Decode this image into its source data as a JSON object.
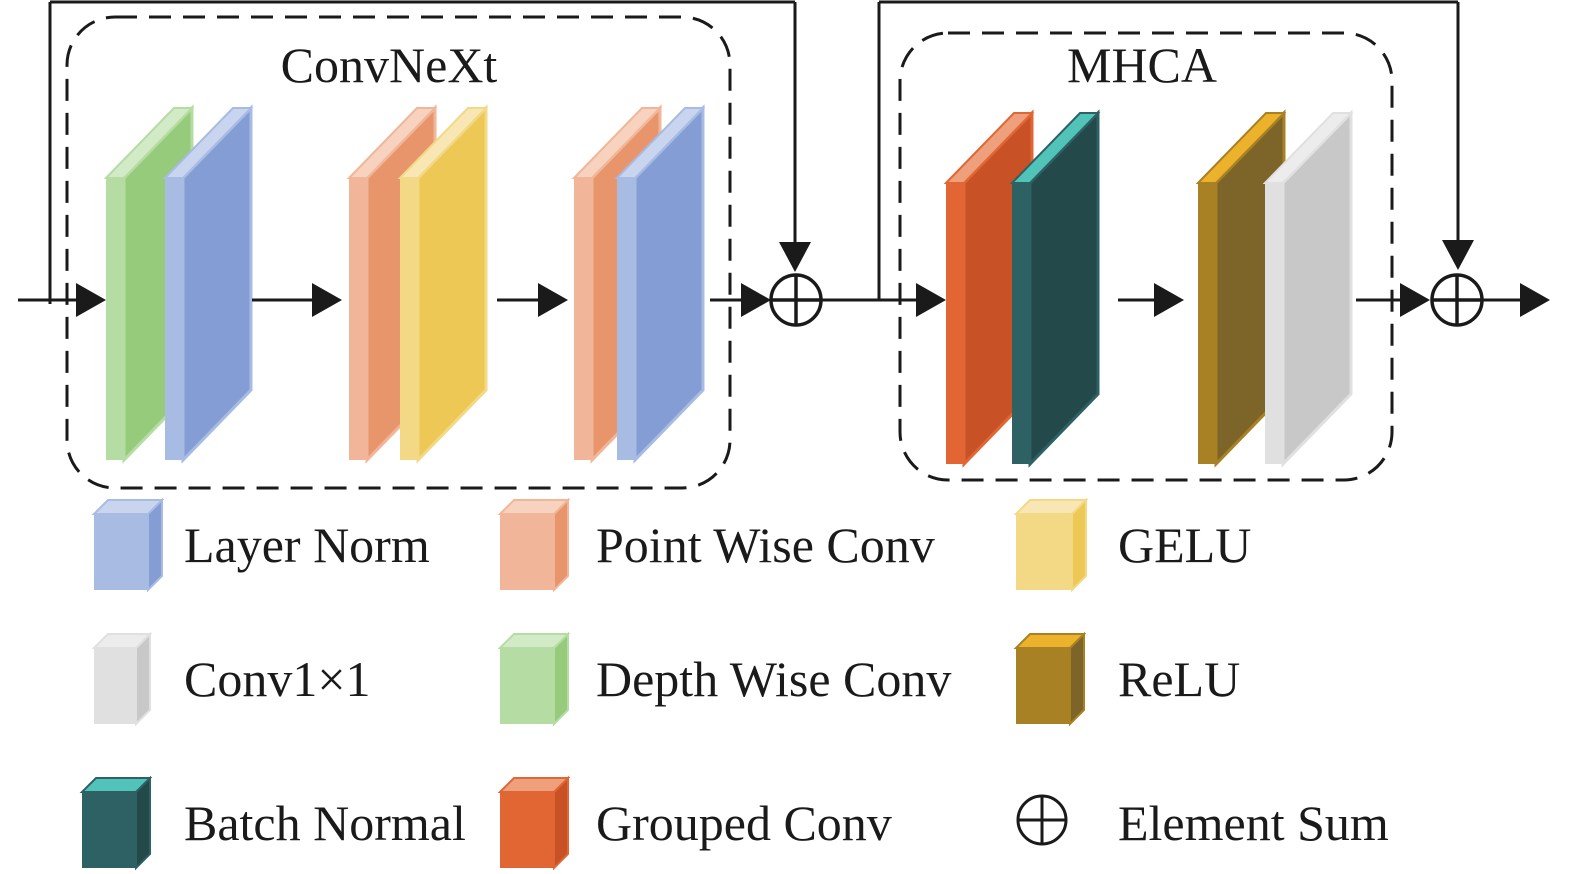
{
  "blocks": {
    "convnext": {
      "title": "ConvNeXt"
    },
    "mhca": {
      "title": "MHCA"
    }
  },
  "layer_types": {
    "layer_norm": {
      "label": "Layer Norm",
      "front": "#a8bbe3",
      "side": "#849dd4",
      "top": "#c9d5ef"
    },
    "point_wise": {
      "label": "Point Wise Conv",
      "front": "#f1b699",
      "side": "#e9956c",
      "top": "#f6d2bf"
    },
    "gelu": {
      "label": "GELU",
      "front": "#f3d886",
      "side": "#eec854",
      "top": "#f8e7b5"
    },
    "conv1x1": {
      "label": "Conv1×1",
      "front": "#e0e0e0",
      "side": "#c8c8c8",
      "top": "#ececec"
    },
    "depth_wise": {
      "label": "Depth Wise Conv",
      "front": "#b4dca3",
      "side": "#97cb7c",
      "top": "#d2eac6"
    },
    "relu": {
      "label": "ReLU",
      "front": "#a88124",
      "side": "#7d6428",
      "top": "#ecb22c"
    },
    "batch_norm": {
      "label": "Batch Normal",
      "front": "#2d6164",
      "side": "#24494b",
      "top": "#52c3b8"
    },
    "grouped": {
      "label": "Grouped Conv",
      "front": "#e16634",
      "side": "#c85226",
      "top": "#ee9f7c"
    }
  },
  "pipeline": {
    "convnext_layers": [
      [
        "depth_wise",
        "layer_norm"
      ],
      [
        "point_wise",
        "gelu"
      ],
      [
        "point_wise",
        "layer_norm"
      ]
    ],
    "mhca_layers": [
      [
        "grouped",
        "batch_norm"
      ],
      [
        "relu",
        "conv1x1"
      ]
    ]
  },
  "legend": {
    "rows": [
      [
        "layer_norm",
        "point_wise",
        "gelu"
      ],
      [
        "conv1x1",
        "depth_wise",
        "relu"
      ],
      [
        "batch_norm",
        "grouped",
        "element_sum"
      ]
    ],
    "element_sum_label": "Element Sum"
  },
  "colors": {
    "line": "#1a1a1a"
  }
}
